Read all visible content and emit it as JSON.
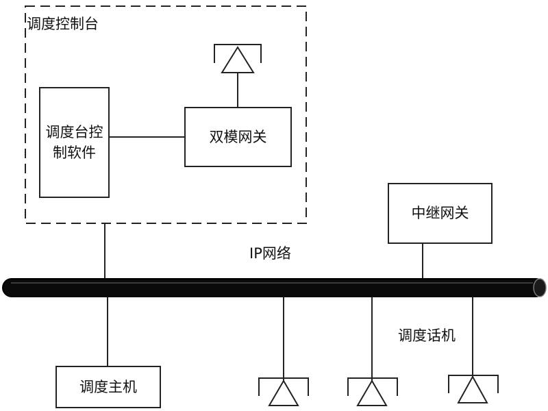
{
  "console_group": {
    "label": "调度控制台",
    "software_box": {
      "line1": "调度台控",
      "line2": "制软件"
    },
    "gateway_box": {
      "label": "双模网关"
    }
  },
  "relay_gateway": {
    "label": "中继网关"
  },
  "network": {
    "label": "IP网络"
  },
  "host": {
    "label": "调度主机"
  },
  "phones": {
    "label": "调度话机"
  },
  "icons": {
    "antenna": "antenna-icon",
    "phone_terminal": "phone-terminal-icon"
  }
}
